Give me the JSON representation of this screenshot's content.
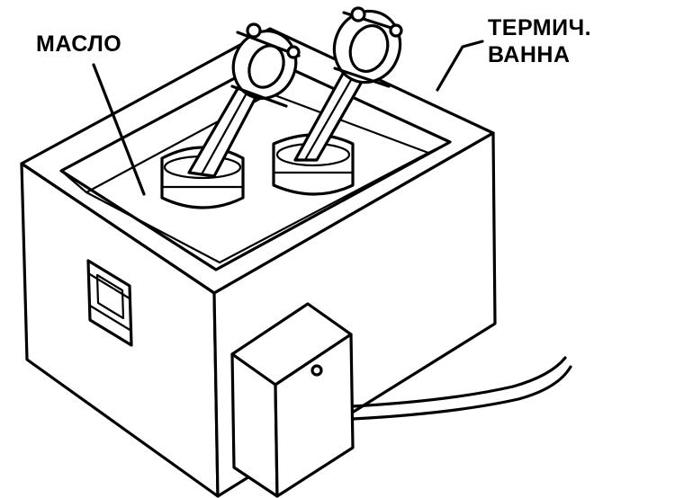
{
  "labels": {
    "oil": "МАСЛО",
    "bath_line1": "ТЕРМИЧ.",
    "bath_line2": "ВАННА"
  },
  "colors": {
    "ink": "#000000",
    "paper": "#ffffff"
  }
}
